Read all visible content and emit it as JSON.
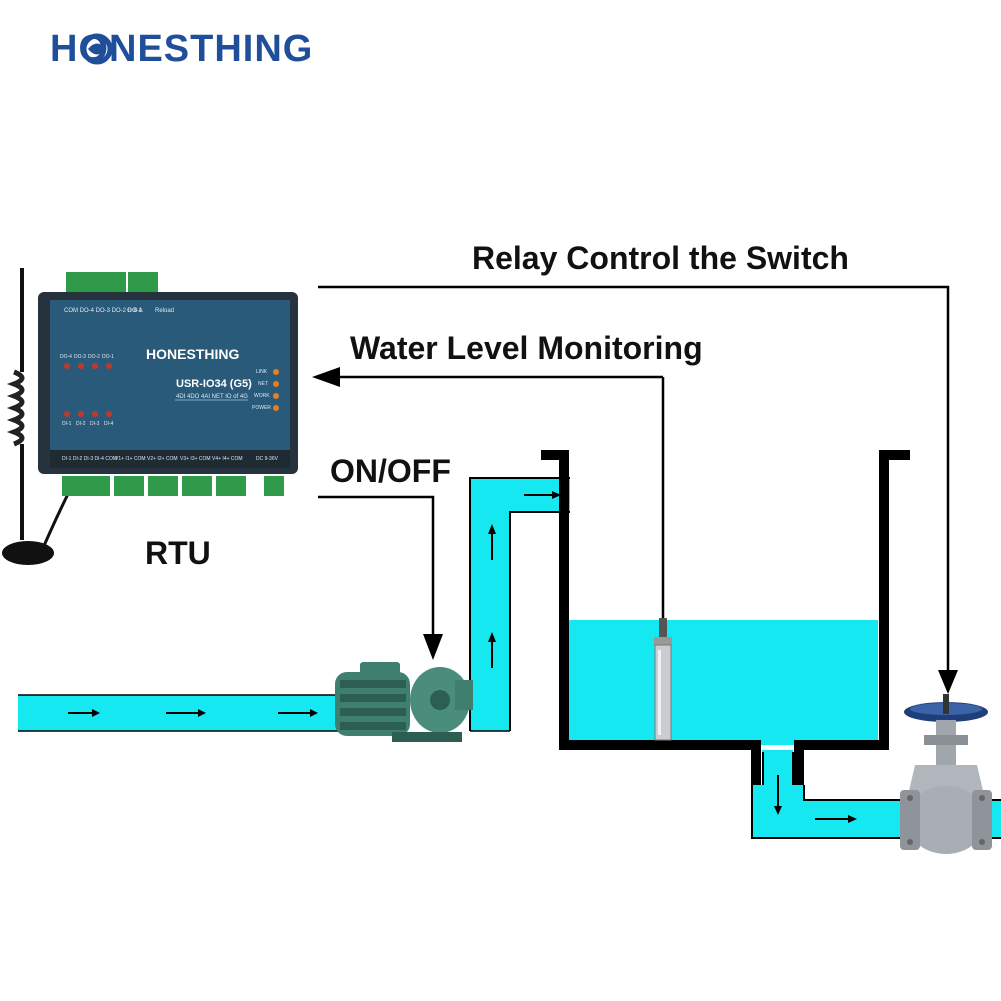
{
  "brand": {
    "logo_text": "HONESTHING",
    "color": "#1f4f9a"
  },
  "labels": {
    "relay": "Relay Control the Switch",
    "water_level": "Water Level Monitoring",
    "onoff": "ON/OFF",
    "rtu": "RTU"
  },
  "device": {
    "brand": "HONESTHING",
    "model": "USR-IO34 (G5)",
    "subtitle": "4DI 4DO 4AI NET IO of 4G",
    "leds": [
      "LINK",
      "NET",
      "WORK",
      "POWER"
    ],
    "do_leds": [
      "DO-4",
      "DO-3",
      "DO-2",
      "DO-1"
    ],
    "di_leds": [
      "DI-1",
      "DI-2",
      "DI-3",
      "DI-4"
    ],
    "top_terminal": "COM DO-4 DO-3 DO-2 DO-1",
    "reload": "Reload",
    "gba": "G  B  A",
    "bottom_terminals": [
      "DI-1 DI-2 DI-3 DI-4 COM",
      "V1+ I1+ COM",
      "V2+ I2+ COM",
      "V3+ I3+ COM",
      "V4+ I4+ COM",
      "DC 9-36V"
    ]
  },
  "colors": {
    "water": "#16e8f2",
    "pipe_wall": "#000000",
    "device_body": "#2a5a7a",
    "pump": "#3a7a6a",
    "valve": "#9aa0a6",
    "handwheel": "#1e3f7a"
  }
}
